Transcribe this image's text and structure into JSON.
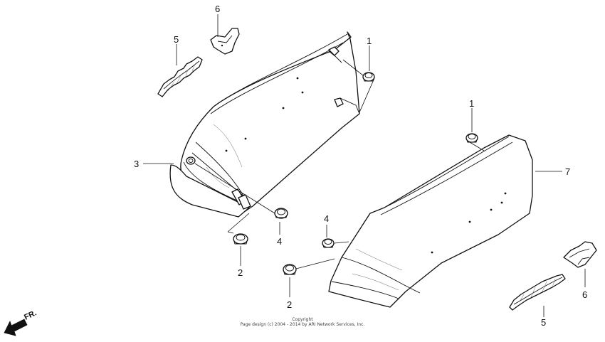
{
  "callouts": {
    "c1a": "1",
    "c1b": "1",
    "c2a": "2",
    "c2b": "2",
    "c3": "3",
    "c4a": "4",
    "c4b": "4",
    "c5a": "5",
    "c5b": "5",
    "c6a": "6",
    "c6b": "6",
    "c7": "7"
  },
  "direction_label": "FR.",
  "copyright": {
    "line1": "Copyright",
    "line2": "Page design (c) 2004 - 2014 by ARI Network Services, Inc."
  }
}
